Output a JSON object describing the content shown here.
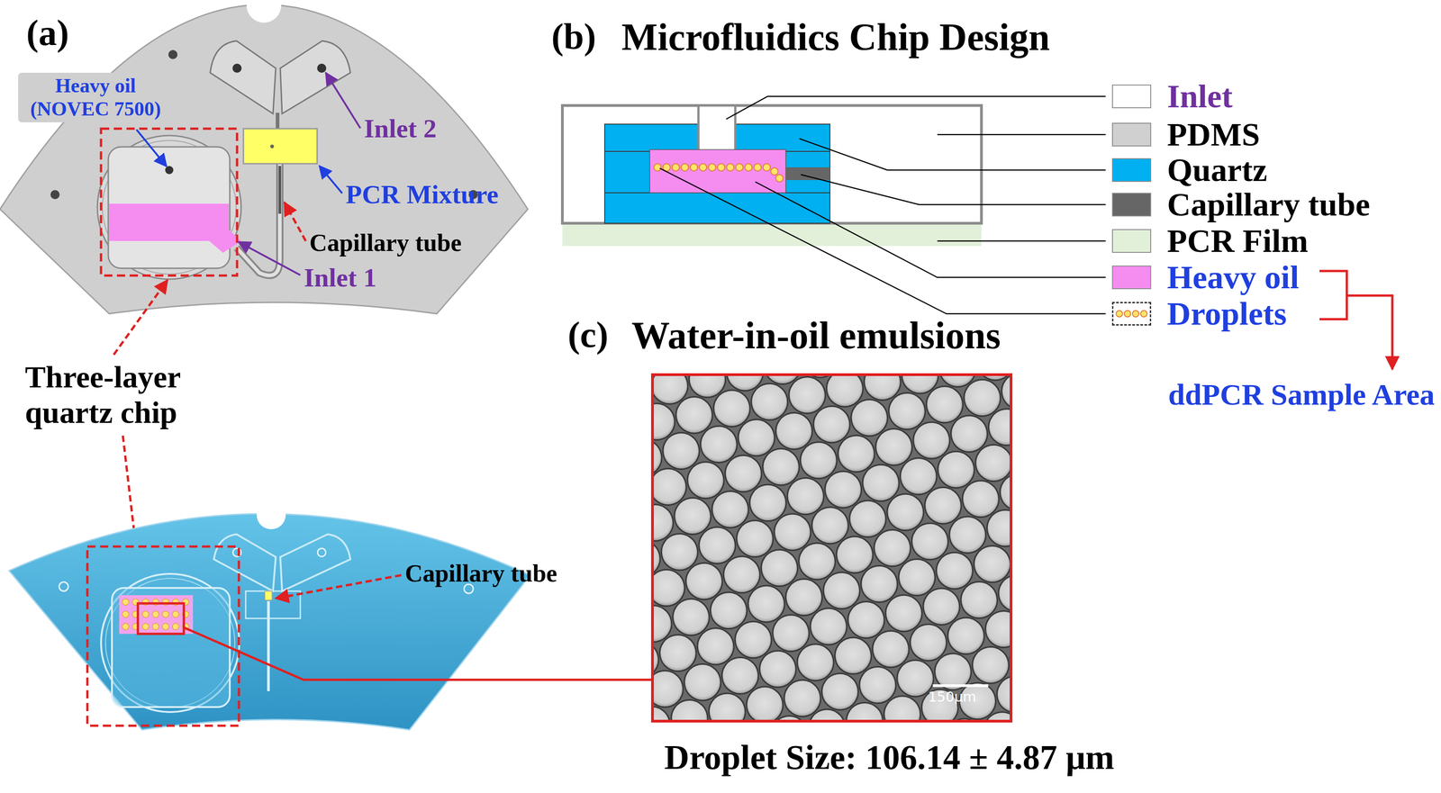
{
  "diagram": {
    "labels": [
      "(a)",
      "Heavy oil (NOVEC 7500)",
      "Inlet 2",
      "PCR Mixture",
      "Capillary tube",
      "Inlet 1",
      "Three-layer quartz chip",
      "Capillary tube",
      "(b)",
      "Microfluidics Chip Design",
      "(c)",
      "Water-in-oil emulsions",
      "150µm",
      "Droplet Size: 106.14 ± 4.87 μm",
      "ddPCR Sample Area"
    ],
    "legend": [
      {
        "text": "Inlet",
        "color": "#ffffff"
      },
      {
        "text": "PDMS",
        "color": "#d0d0d0"
      },
      {
        "text": "Quartz",
        "color": "#00b0f0"
      },
      {
        "text": "Capillary tube",
        "color": "#666666"
      },
      {
        "text": "PCR Film",
        "color": "#e2f0d9"
      },
      {
        "text": "Heavy oil",
        "color": "#f58cf0"
      },
      {
        "text": "Droplets"
      }
    ]
  }
}
